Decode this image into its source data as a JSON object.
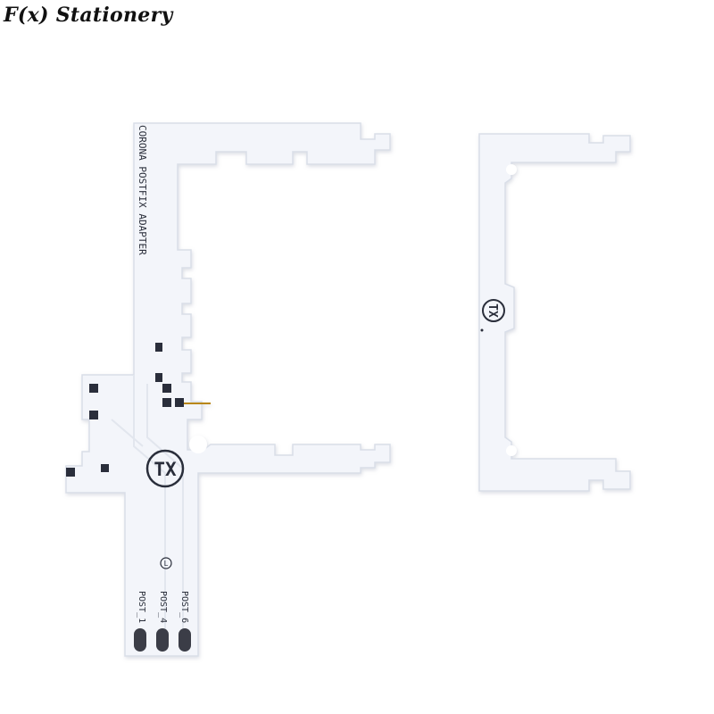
{
  "watermark": {
    "text": "F(x) Stationery"
  },
  "left_board": {
    "label": "CORONA POSTFIX ADAPTER",
    "logo": "TX",
    "side_mark": "L",
    "pads": [
      "POST_1",
      "POST_4",
      "POST_6"
    ]
  },
  "right_board": {
    "logo": "TX"
  },
  "colors": {
    "board": "#f3f5fa",
    "board_edge": "#d9dee8",
    "ink": "#2a2f3a",
    "pad": "#3a3d46",
    "pin": "#b8860b"
  }
}
